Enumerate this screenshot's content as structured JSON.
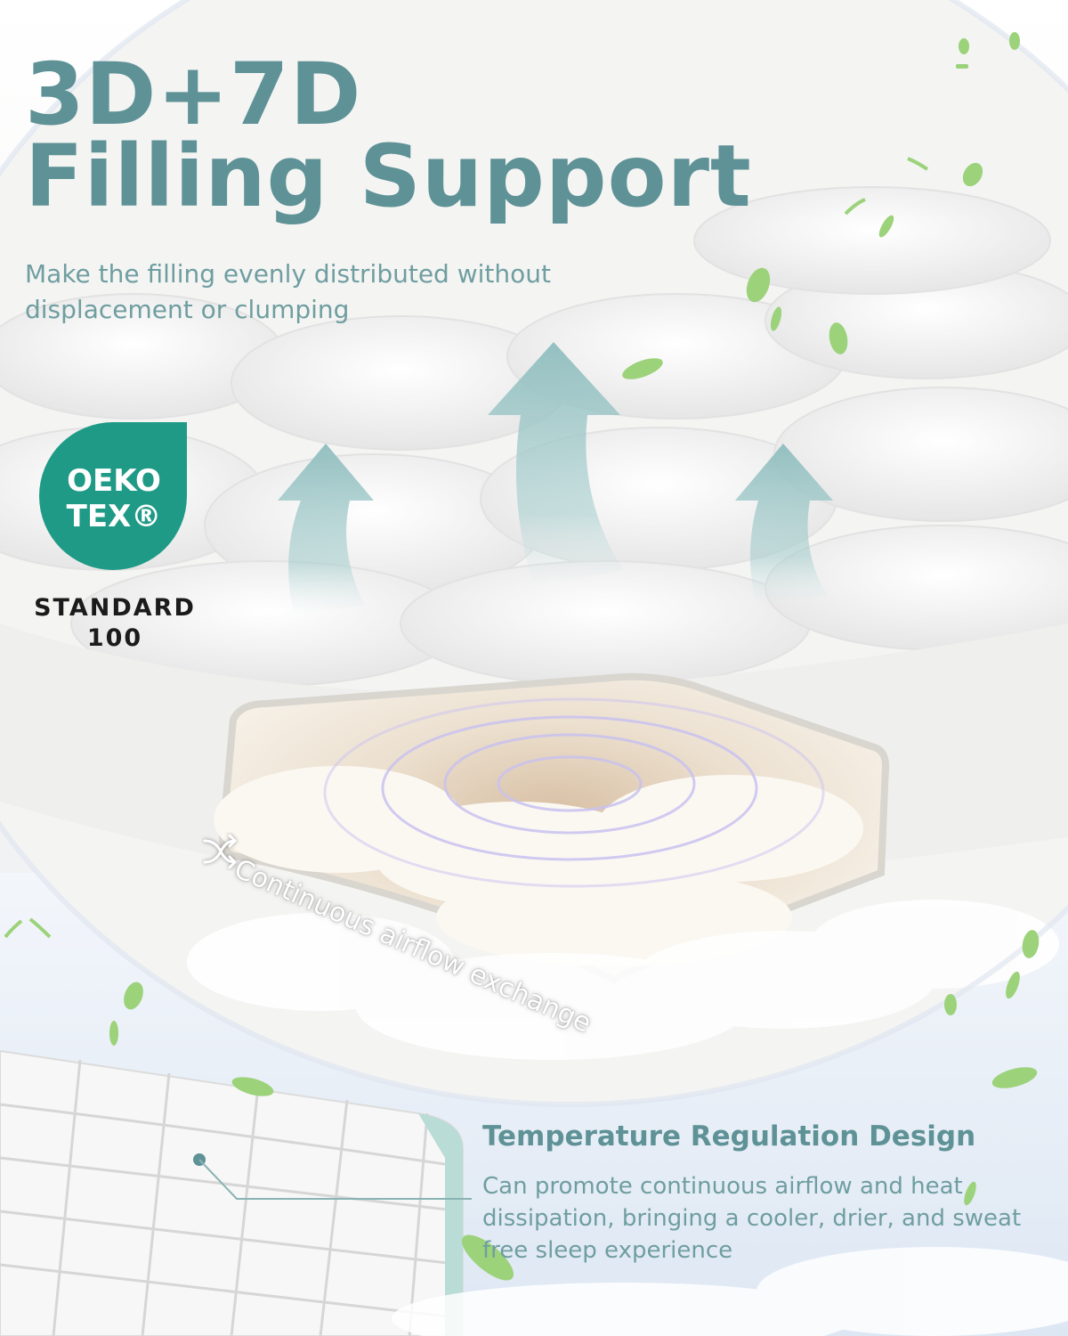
{
  "headline": {
    "line1": "3D+7D",
    "line2": "Filling Support"
  },
  "subheadline": "Make the filling evenly distributed without displacement or clumping",
  "badge": {
    "line1": "OEKO",
    "line2": "TEX®",
    "standard_line1": "STANDARD",
    "standard_line2": "100"
  },
  "cross_section_label": "Continuous airflow exchange",
  "feature": {
    "title": "Temperature Regulation Design",
    "description": "Can promote continuous airflow and heat dissipation, bringing a cooler, drier, and sweat free sleep experience"
  },
  "icons": [
    "shuffle-icon",
    "leaf-icon",
    "arrow-up-icon"
  ],
  "colors": {
    "accent": "#5e9296",
    "badge_green": "#1f9a86",
    "arrow": "#9fc6c6",
    "leaf": "#9bd27a",
    "sky": "#e6eef8"
  }
}
